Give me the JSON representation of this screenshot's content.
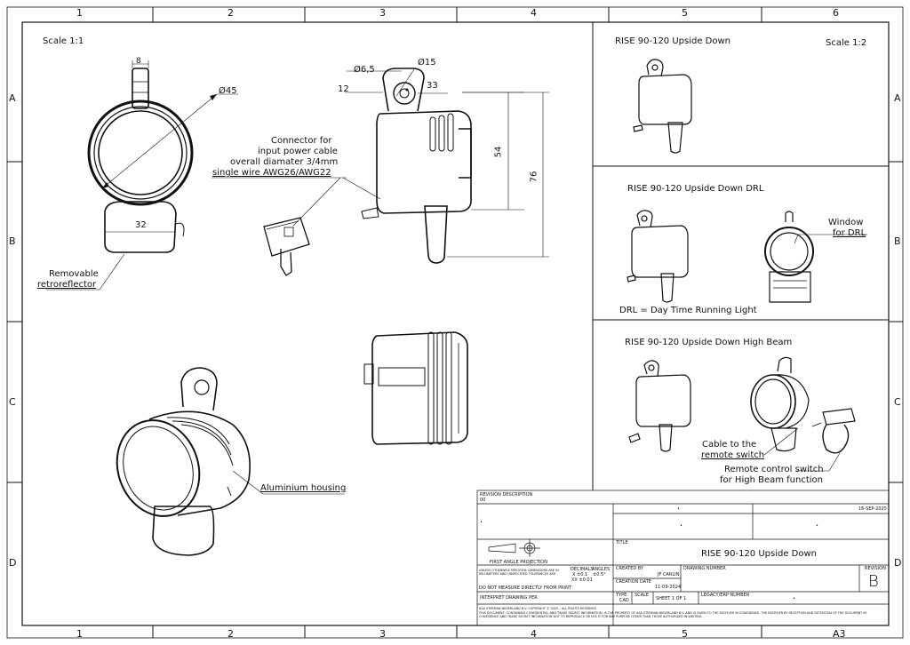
{
  "border": {
    "cols_top": [
      "1",
      "2",
      "3",
      "4",
      "5",
      "6"
    ],
    "cols_bottom": [
      "1",
      "2",
      "3",
      "4",
      "5",
      "A3"
    ],
    "rows": [
      "A",
      "B",
      "C",
      "D"
    ]
  },
  "main_view": {
    "scale": "Scale 1:1",
    "dim_8": "8",
    "dim_d45": "Ø45",
    "dim_32": "32",
    "dim_d65": "Ø6,5",
    "dim_d15": "Ø15",
    "dim_12": "12",
    "dim_33": "33",
    "dim_54": "54",
    "dim_76": "76",
    "connector_note": [
      "Connector for",
      "input power cable",
      "overall diamater 3/4mm",
      "single wire AWG26/AWG22"
    ],
    "retro_note": [
      "Removable",
      "retroreflector"
    ],
    "housing_note": "Aluminium housing"
  },
  "panel1": {
    "title": "RISE 90-120 Upside Down",
    "scale": "Scale 1:2"
  },
  "panel2": {
    "title": "RISE 90-120 Upside Down DRL",
    "window_note": [
      "Window",
      "for DRL"
    ],
    "drl_note": "DRL = Day Time Running Light"
  },
  "panel3": {
    "title": "RISE 90-120 Upside Down High Beam",
    "cable_note": [
      "Cable to the",
      "remote switch"
    ],
    "remote_note": [
      "Remote control switch",
      "for High Beam function"
    ]
  },
  "title_block": {
    "revision_description": "REVISION DESCRIPTION",
    "revision_list": "00",
    "date_top": "16-SEP-2025",
    "projection": "FIRST ANGLE PROJECTION",
    "tolerance_note": "UNLESS OTHERWISE SPECIFIED: DIMENSIONS ARE IN MILLIMETERS AND UNSPECIFIED TOLERANCES ARE:",
    "tol_lin_h": "DECIMALS",
    "tol_ang_h": "ANGLES",
    "tol_1": "X ±0.1",
    "tol_2": "XX ±0.01",
    "tol_ang": "±0.5°",
    "no_scale": "DO NOT MEASURE DIRECTLY FROM PRINT",
    "title_label": "TITLE",
    "title": "RISE 90-120 Upside Down",
    "created_by_label": "CREATED BY",
    "created_by": "JF CARLIN",
    "drawing_number_label": "DRAWING NUMBER",
    "revision_label": "REVISION",
    "revision": "B",
    "creation_date_label": "CREATION DATE",
    "creation_date": "11-09-2024",
    "drawing_type": "INTERPRET DRAWING PER",
    "type_label": "TYPE",
    "type": "CAD",
    "scale_label": "SCALE",
    "sheet": "SHEET 1 OF 1",
    "legacy_label": "LEGACY/ERP NUMBER",
    "copyright_l1": "ASA STERMAN NEDERLAND B.V. COPYRIGHT © 2025 – ALL RIGHTS RESERVED",
    "copyright_l2": "THIS DOCUMENT, CONTAINING CONFIDENTIAL AND TRADE SECRET INFORMATION, IS THE PROPERTY OF ASA STERMAN NEDERLAND B.V. AND IS GIVEN TO THE RECEIVER IN CONFIDENCE. THE RECEIVER BY RECEPTION AND RETENTION OF THE DOCUMENT IN CONFIDENCE AND TRADE SECRET INFORMATION NOT TO REPRODUCE OR USE IT FOR ANY PURPOSE OTHER THAN THOSE AUTHORIZED IN WRITING."
  },
  "marks": {
    "dot": "•"
  }
}
